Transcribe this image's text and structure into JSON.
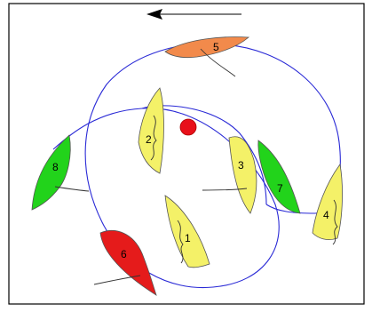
{
  "diagram": {
    "direction_arrow": "left",
    "mark_color": "#e8101a",
    "path_color": "#2a2ad6",
    "boats": [
      {
        "id": "boat-1",
        "label": "1",
        "color": "#f4f168"
      },
      {
        "id": "boat-2",
        "label": "2",
        "color": "#f4f168"
      },
      {
        "id": "boat-3",
        "label": "3",
        "color": "#f4f168"
      },
      {
        "id": "boat-4",
        "label": "4",
        "color": "#f4f168"
      },
      {
        "id": "boat-5",
        "label": "5",
        "color": "#f28a4b"
      },
      {
        "id": "boat-6",
        "label": "6",
        "color": "#e51b1b"
      },
      {
        "id": "boat-7",
        "label": "7",
        "color": "#22d31b"
      },
      {
        "id": "boat-8",
        "label": "8",
        "color": "#22d31b"
      }
    ]
  }
}
